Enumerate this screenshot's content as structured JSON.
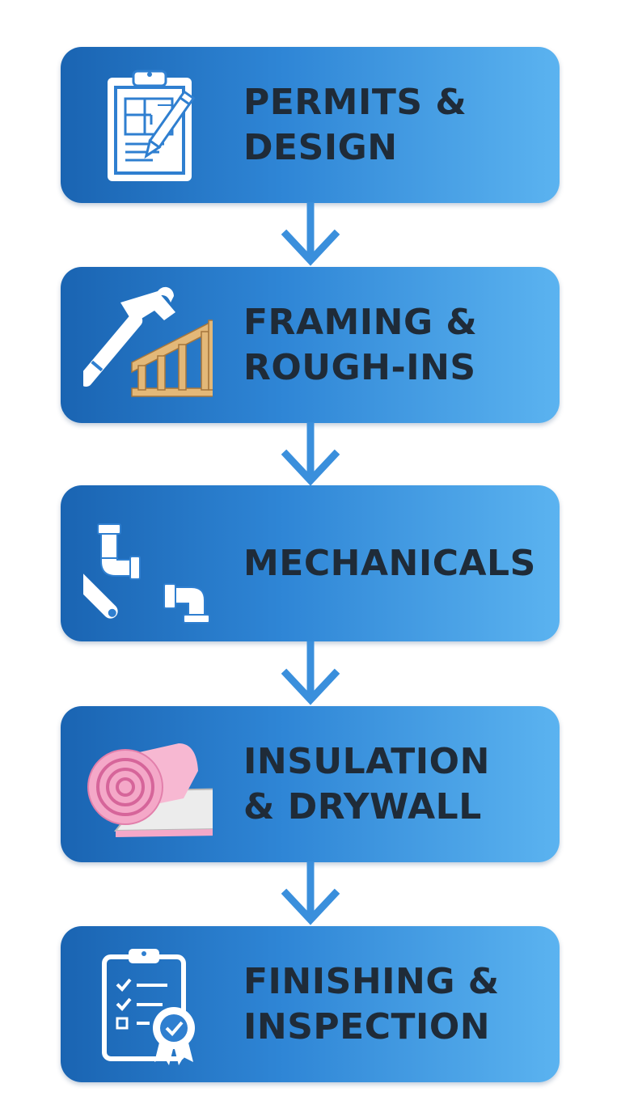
{
  "steps": [
    {
      "line1": "PERMITS &",
      "line2": "DESIGN",
      "icon": "blueprint-clipboard-icon"
    },
    {
      "line1": "FRAMING &",
      "line2": "ROUGH-INS",
      "icon": "hammer-framing-icon"
    },
    {
      "line1": "MECHANICALS",
      "line2": "",
      "icon": "wrench-pipes-icon"
    },
    {
      "line1": "INSULATION",
      "line2": "& DRYWALL",
      "icon": "insulation-roll-icon"
    },
    {
      "line1": "FINISHING &",
      "line2": "INSPECTION",
      "icon": "checklist-badge-icon"
    }
  ],
  "colors": {
    "box_gradient_start": "#1a64b2",
    "box_gradient_end": "#5bb3f0",
    "arrow": "#3a8fdc",
    "label_text": "#1f2b38",
    "insulation_pink": "#f4a8c8",
    "framing_wood": "#e3b878"
  }
}
